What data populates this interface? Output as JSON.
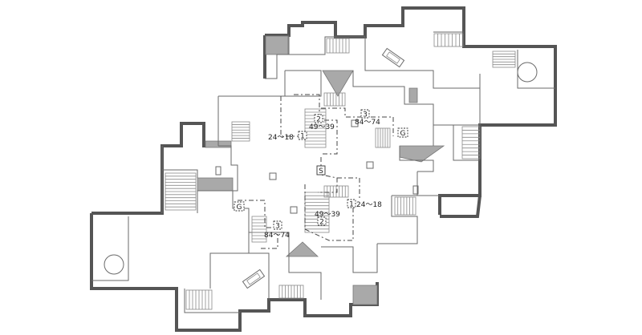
{
  "labels": {
    "upper_3": "3",
    "upper_range_3": "84～74",
    "upper_2": "2",
    "upper_range_2": "49～39",
    "upper_1": "1",
    "upper_range_1": "24～18",
    "upper_g": "G",
    "center_s": "S",
    "lower_g": "G",
    "lower_3": "3",
    "lower_range_3": "84～74",
    "lower_2": "2",
    "lower_range_2": "49～39",
    "lower_1": "1",
    "lower_range_1": "24～18"
  }
}
